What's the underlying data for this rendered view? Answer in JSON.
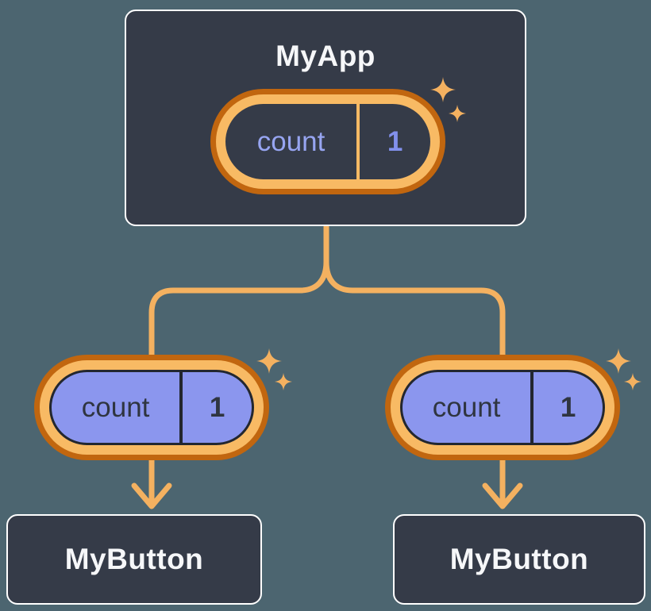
{
  "background": "#4C6570",
  "palette": {
    "node_fill": "#353B48",
    "node_border": "#FFFFFF",
    "node_text": "#F6F7F9",
    "pill_ring_outer": "#C1660F",
    "pill_ring_inner": "#F8BA64",
    "pill_child_fill": "#8B96EE",
    "pill_child_border": "#23272F",
    "pill_child_text": "#2F3540",
    "pill_root_name_text": "#97A5F1",
    "pill_root_value_text": "#8290EC",
    "connector": "#F4B160"
  },
  "tree": {
    "root": {
      "title": "MyApp",
      "state": {
        "name": "count",
        "value": "1"
      }
    },
    "children": [
      {
        "title": "MyButton",
        "state": {
          "name": "count",
          "value": "1"
        }
      },
      {
        "title": "MyButton",
        "state": {
          "name": "count",
          "value": "1"
        }
      }
    ]
  }
}
